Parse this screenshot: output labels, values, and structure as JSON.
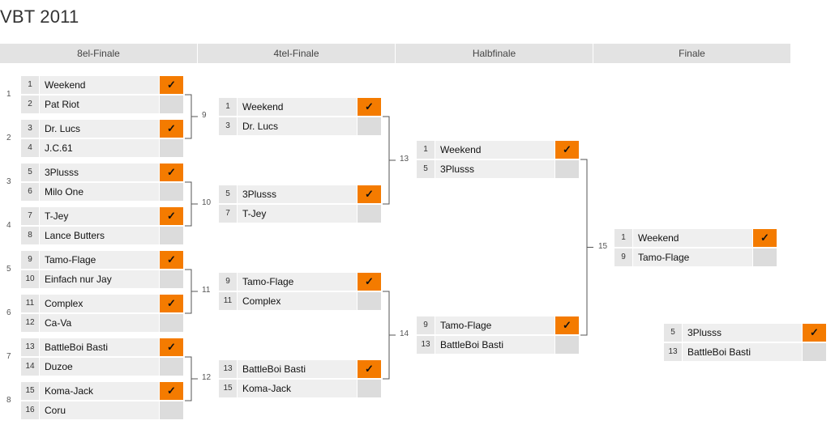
{
  "title": "VBT 2011",
  "rounds": [
    "8el-Finale",
    "4tel-Finale",
    "Halbfinale",
    "Finale"
  ],
  "win_mark": "✓",
  "colors": {
    "win": "#f47b00",
    "header": "#e3e3e3"
  },
  "r1": [
    {
      "num": "1",
      "a": {
        "seed": "1",
        "name": "Weekend",
        "win": true
      },
      "b": {
        "seed": "2",
        "name": "Pat Riot",
        "win": false
      }
    },
    {
      "num": "2",
      "a": {
        "seed": "3",
        "name": "Dr. Lucs",
        "win": true
      },
      "b": {
        "seed": "4",
        "name": "J.C.61",
        "win": false
      }
    },
    {
      "num": "3",
      "a": {
        "seed": "5",
        "name": "3Plusss",
        "win": true
      },
      "b": {
        "seed": "6",
        "name": "Milo One",
        "win": false
      }
    },
    {
      "num": "4",
      "a": {
        "seed": "7",
        "name": "T-Jey",
        "win": true
      },
      "b": {
        "seed": "8",
        "name": "Lance Butters",
        "win": false
      }
    },
    {
      "num": "5",
      "a": {
        "seed": "9",
        "name": "Tamo-Flage",
        "win": true
      },
      "b": {
        "seed": "10",
        "name": "Einfach nur Jay",
        "win": false
      }
    },
    {
      "num": "6",
      "a": {
        "seed": "11",
        "name": "Complex",
        "win": true
      },
      "b": {
        "seed": "12",
        "name": "Ca-Va",
        "win": false
      }
    },
    {
      "num": "7",
      "a": {
        "seed": "13",
        "name": "BattleBoi Basti",
        "win": true
      },
      "b": {
        "seed": "14",
        "name": "Duzoe",
        "win": false
      }
    },
    {
      "num": "8",
      "a": {
        "seed": "15",
        "name": "Koma-Jack",
        "win": true
      },
      "b": {
        "seed": "16",
        "name": "Coru",
        "win": false
      }
    }
  ],
  "r2": [
    {
      "num": "9",
      "a": {
        "seed": "1",
        "name": "Weekend",
        "win": true
      },
      "b": {
        "seed": "3",
        "name": "Dr. Lucs",
        "win": false
      }
    },
    {
      "num": "10",
      "a": {
        "seed": "5",
        "name": "3Plusss",
        "win": true
      },
      "b": {
        "seed": "7",
        "name": "T-Jey",
        "win": false
      }
    },
    {
      "num": "11",
      "a": {
        "seed": "9",
        "name": "Tamo-Flage",
        "win": true
      },
      "b": {
        "seed": "11",
        "name": "Complex",
        "win": false
      }
    },
    {
      "num": "12",
      "a": {
        "seed": "13",
        "name": "BattleBoi Basti",
        "win": true
      },
      "b": {
        "seed": "15",
        "name": "Koma-Jack",
        "win": false
      }
    }
  ],
  "r3": [
    {
      "num": "13",
      "a": {
        "seed": "1",
        "name": "Weekend",
        "win": true
      },
      "b": {
        "seed": "5",
        "name": "3Plusss",
        "win": false
      }
    },
    {
      "num": "14",
      "a": {
        "seed": "9",
        "name": "Tamo-Flage",
        "win": true
      },
      "b": {
        "seed": "13",
        "name": "BattleBoi Basti",
        "win": false
      }
    }
  ],
  "final": {
    "num": "15",
    "a": {
      "seed": "1",
      "name": "Weekend",
      "win": true
    },
    "b": {
      "seed": "9",
      "name": "Tamo-Flage",
      "win": false
    }
  },
  "third_place": {
    "a": {
      "seed": "5",
      "name": "3Plusss",
      "win": true
    },
    "b": {
      "seed": "13",
      "name": "BattleBoi Basti",
      "win": false
    }
  }
}
